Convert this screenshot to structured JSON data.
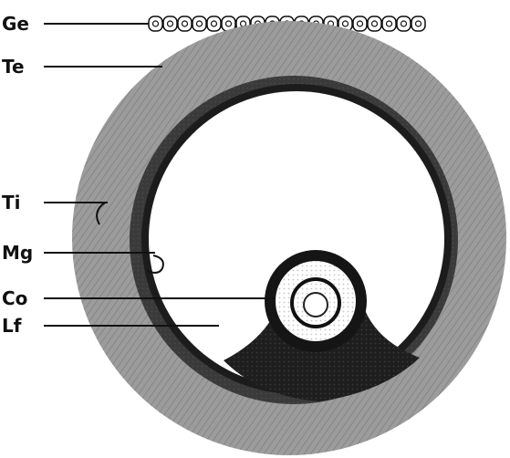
{
  "figure": {
    "labels": [
      {
        "id": "ge",
        "text": "Ge"
      },
      {
        "id": "te",
        "text": "Te"
      },
      {
        "id": "ti",
        "text": "Ti"
      },
      {
        "id": "mg",
        "text": "Mg"
      },
      {
        "id": "co",
        "text": "Co"
      },
      {
        "id": "lf",
        "text": "Lf"
      }
    ]
  },
  "colors": {
    "ink": "#111111",
    "theca_externa": "#a9a9a9",
    "theca_interna": "#2a2a2a",
    "antrum": "#ffffff",
    "background": "#ffffff"
  }
}
